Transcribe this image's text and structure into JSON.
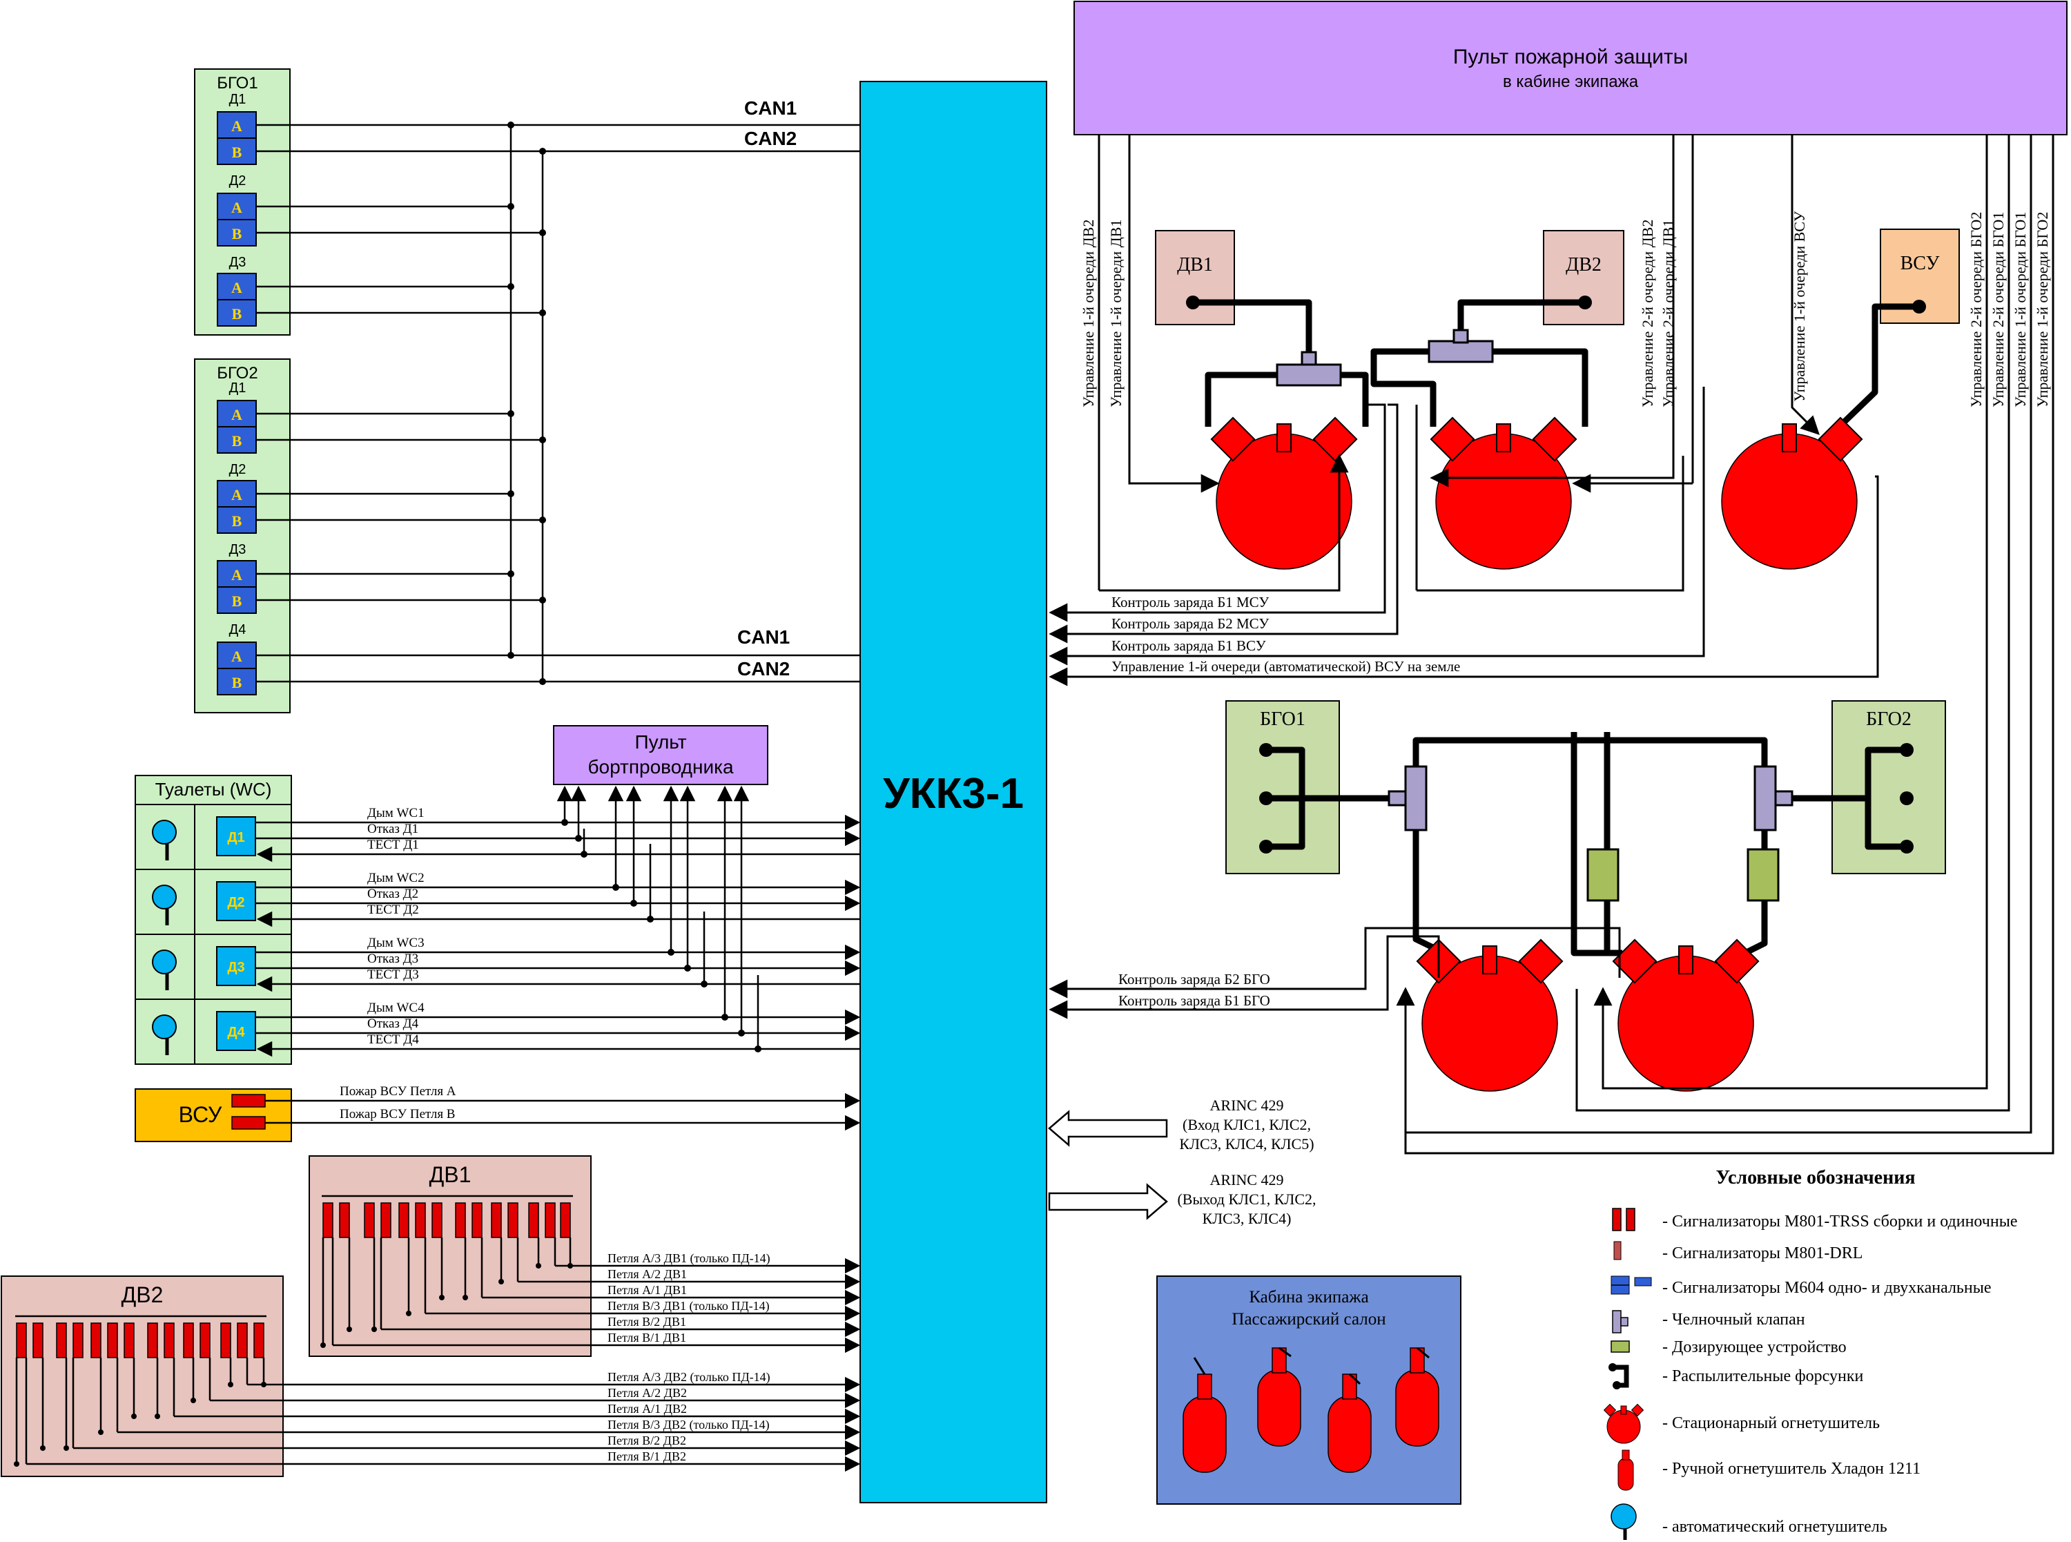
{
  "colors": {
    "panel_purple": "#cc99ff",
    "ukkz_cyan": "#00c8f0",
    "bgo_green": "#ccf0c4",
    "dv_pink": "#e8c4be",
    "vsu_orange": "#ffc000",
    "extinguisher_red": "#ff0000",
    "cabin_blue": "#6f8fd8",
    "sensor_blue": "#2f5fd6",
    "wc_sensor": "#00b0f0"
  },
  "main_unit": {
    "label": "УКК3-1"
  },
  "fire_panel": {
    "title": "Пульт пожарной защиты",
    "subtitle": "в кабине экипажа"
  },
  "attendant_panel": {
    "line1": "Пульт",
    "line2": "бортпроводника"
  },
  "can": {
    "can1": "CAN1",
    "can2": "CAN2"
  },
  "bgo1": {
    "title": "БГО1",
    "sensors": [
      {
        "label": "Д1",
        "a": "A",
        "b": "B"
      },
      {
        "label": "Д2",
        "a": "A",
        "b": "B"
      },
      {
        "label": "Д3",
        "a": "A",
        "b": "B"
      }
    ]
  },
  "bgo2": {
    "title": "БГО2",
    "sensors": [
      {
        "label": "Д1",
        "a": "A",
        "b": "B"
      },
      {
        "label": "Д2",
        "a": "A",
        "b": "B"
      },
      {
        "label": "Д3",
        "a": "A",
        "b": "B"
      },
      {
        "label": "Д4",
        "a": "A",
        "b": "B"
      }
    ]
  },
  "toilets": {
    "title": "Туалеты (WC)",
    "rows": [
      {
        "det": "Д1",
        "smoke": "Дым WC1",
        "fail": "Отказ Д1",
        "test": "ТЕСТ Д1"
      },
      {
        "det": "Д2",
        "smoke": "Дым WC2",
        "fail": "Отказ Д2",
        "test": "ТЕСТ Д2"
      },
      {
        "det": "Д3",
        "smoke": "Дым WC3",
        "fail": "Отказ Д3",
        "test": "ТЕСТ Д3"
      },
      {
        "det": "Д4",
        "smoke": "Дым WC4",
        "fail": "Отказ Д4",
        "test": "ТЕСТ Д4"
      }
    ]
  },
  "vsu_box": {
    "label": "ВСУ",
    "loop_a": "Пожар ВСУ Петля A",
    "loop_b": "Пожар ВСУ Петля B"
  },
  "dv1_box": {
    "title": "ДВ1",
    "loops": [
      "Петля А/3 ДВ1 (только ПД-14)",
      "Петля А/2 ДВ1",
      "Петля А/1 ДВ1",
      "Петля В/3 ДВ1 (только ПД-14)",
      "Петля В/2 ДВ1",
      "Петля В/1 ДВ1"
    ]
  },
  "dv2_box": {
    "title": "ДВ2",
    "loops": [
      "Петля А/3 ДВ2 (только ПД-14)",
      "Петля А/2 ДВ2",
      "Петля А/1 ДВ2",
      "Петля В/3 ДВ2 (только ПД-14)",
      "Петля В/2 ДВ2",
      "Петля В/1 ДВ2"
    ]
  },
  "arinc_in": {
    "line1": "ARINC 429",
    "line2": "(Вход КЛС1, КЛС2,",
    "line3": "КЛС3, КЛС4, КЛС5)"
  },
  "arinc_out": {
    "line1": "ARINC 429",
    "line2": "(Выход КЛС1, КЛС2,",
    "line3": "КЛС3, КЛС4)"
  },
  "engines": {
    "dv1": "ДВ1",
    "dv2": "ДВ2",
    "vsu": "ВСУ"
  },
  "control_signals": [
    "Контроль заряда Б1 МСУ",
    "Контроль заряда Б2 МСУ",
    "Контроль заряда Б1 ВСУ",
    "Управление 1-й очереди (автоматической) ВСУ на земле"
  ],
  "vertical_labels": {
    "dv2_q1": "Управление 1-й очереди ДВ2",
    "dv1_q1": "Управление 1-й очереди ДВ1",
    "dv2_q2": "Управление 2-й очереди ДВ2",
    "dv1_q2": "Управление 2-й очереди ДВ1",
    "vsu_q1": "Управление 1-й очереди ВСУ",
    "bgo2_q2": "Управление 2-й очереди БГО2",
    "bgo1_q2": "Управление 2-й очереди БГО1",
    "bgo1_q1": "Управление 1-й очереди БГО1",
    "bgo2_q1": "Управление 1-й очереди БГО2"
  },
  "cargo": {
    "bgo1": "БГО1",
    "bgo2": "БГО2",
    "charge_b2": "Контроль заряда Б2 БГО",
    "charge_b1": "Контроль заряда Б1 БГО"
  },
  "cabin": {
    "line1": "Кабина экипажа",
    "line2": "Пассажирский салон"
  },
  "legend": {
    "title": "Условные обозначения",
    "items": [
      "- Сигнализаторы М801-TRSS сборки и одиночные",
      "- Сигнализаторы М801-DRL",
      "- Сигнализаторы М604  одно- и двухканальные",
      "- Челночный клапан",
      "- Дозирующее устройство",
      "- Распылительные форсунки",
      "- Стационарный огнетушитель",
      "- Ручной огнетушитель Хладон 1211",
      "- автоматический огнетушитель"
    ]
  }
}
